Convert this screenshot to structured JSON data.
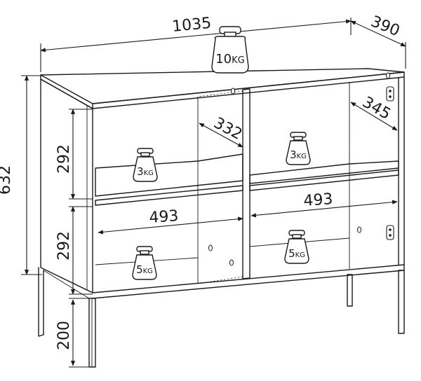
{
  "dimensions": {
    "width": "1035",
    "depth": "390",
    "height": "632",
    "shelf_depth": "332",
    "door_depth": "345",
    "upper_compartment_height": "292",
    "lower_compartment_height": "292",
    "leg_height": "200",
    "left_compartment_width": "493",
    "right_compartment_width": "493"
  },
  "weights": {
    "top": {
      "value": "10",
      "unit": "KG"
    },
    "upper_left_shelf": {
      "value": "3",
      "unit": "KG"
    },
    "upper_right_shelf": {
      "value": "3",
      "unit": "KG"
    },
    "lower_left_shelf": {
      "value": "5",
      "unit": "KG"
    },
    "lower_right_shelf": {
      "value": "5",
      "unit": "KG"
    }
  }
}
